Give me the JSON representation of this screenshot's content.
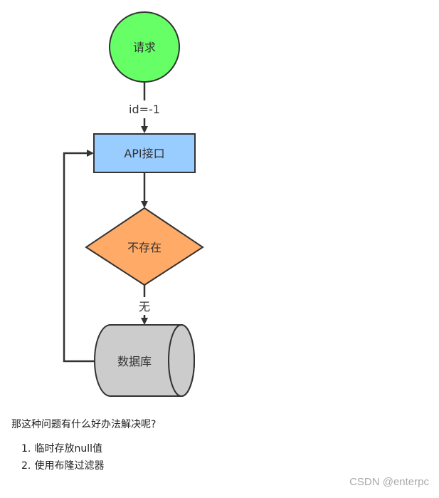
{
  "flowchart": {
    "start": {
      "label": "请求",
      "color": "#66ff66"
    },
    "api": {
      "label": "API接口",
      "color": "#99ccff"
    },
    "decision": {
      "label": "不存在",
      "color": "#ffaa66"
    },
    "database": {
      "label": "数据库",
      "color": "#cccccc"
    },
    "edges": {
      "start_to_api": "id=-1",
      "decision_to_db": "无"
    },
    "stroke_color": "#333333"
  },
  "question": "那这种问题有什么好办法解决呢?",
  "solutions": [
    {
      "num": "1.",
      "text": "临时存放null值"
    },
    {
      "num": "2.",
      "text": "使用布隆过滤器"
    }
  ],
  "watermark": "CSDN @enterpc"
}
